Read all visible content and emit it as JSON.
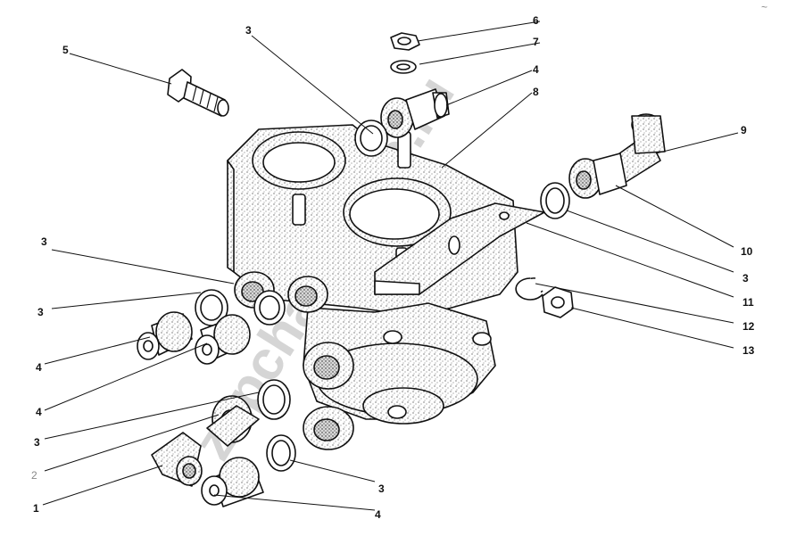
{
  "watermark": "zapchasti-spb.ru",
  "corner_mark": "~",
  "callouts": {
    "c6": "6",
    "c7": "7",
    "c4_top": "4",
    "c8": "8",
    "c3_top": "3",
    "c5": "5",
    "c9": "9",
    "c10": "10",
    "c3_right": "3",
    "c11": "11",
    "c12": "12",
    "c13": "13",
    "c3_left1": "3",
    "c3_left2": "3",
    "c4_left1": "4",
    "c4_left2": "4",
    "c3_left3": "3",
    "c2": "2",
    "c1": "1",
    "c3_bottom": "3",
    "c4_bottom": "4"
  }
}
